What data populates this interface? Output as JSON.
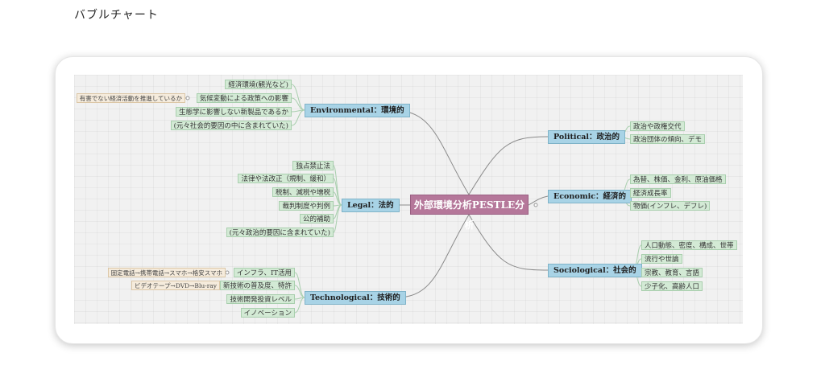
{
  "page": {
    "title": "バブルチャート"
  },
  "diagram": {
    "center": "外部環境分析PESTLE分析",
    "branches": {
      "environmental": {
        "label": "Environmental：環境的",
        "items": [
          "経済環境(観光など)",
          "気候変動による政策への影響",
          "生態学に影響しない新製品であるか",
          "(元々社会的要因の中に含まれていた)"
        ],
        "side_notes": [
          "有害でない経済活動を推進しているか"
        ]
      },
      "legal": {
        "label": "Legal：法的",
        "items": [
          "独占禁止法",
          "法律や法改正（規制、緩和）",
          "税制、減税や増税",
          "裁判制度や判例",
          "公的補助",
          "(元々政治的要因に含まれていた)"
        ]
      },
      "technological": {
        "label": "Technological：技術的",
        "items": [
          "インフラ、IT活用",
          "新技術の普及度、特許",
          "技術開発投資レベル",
          "イノベーション"
        ],
        "side_notes": [
          "固定電話→携帯電話→スマホ→格安スマホ",
          "ビデオテープ→DVD→Blu-ray"
        ]
      },
      "political": {
        "label": "Political：政治的",
        "items": [
          "政治や政権交代",
          "政治団体の傾向、デモ"
        ]
      },
      "economic": {
        "label": "Economic：経済的",
        "items": [
          "為替、株価、金利、原油価格",
          "経済成長率",
          "物価(インフレ、デフレ)"
        ]
      },
      "sociological": {
        "label": "Sociological：社会的",
        "items": [
          "人口動態、密度、構成、世帯",
          "流行や世論",
          "宗教、教育、言語",
          "少子化、高齢人口"
        ]
      }
    }
  }
}
